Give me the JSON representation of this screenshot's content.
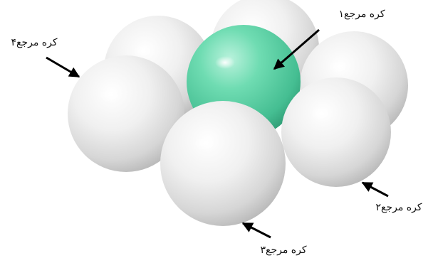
{
  "labels": {
    "sphere_1": "کره مرجع۱",
    "sphere_2": "کره مرجع۲",
    "sphere_3": "کره مرجع۳",
    "sphere_4": "کره مرجع۴"
  },
  "colors": {
    "reference_sphere": "#5fd3a6",
    "neighbor_sphere": "#e4e4e4",
    "arrow": "#000000",
    "background": "#ffffff"
  }
}
